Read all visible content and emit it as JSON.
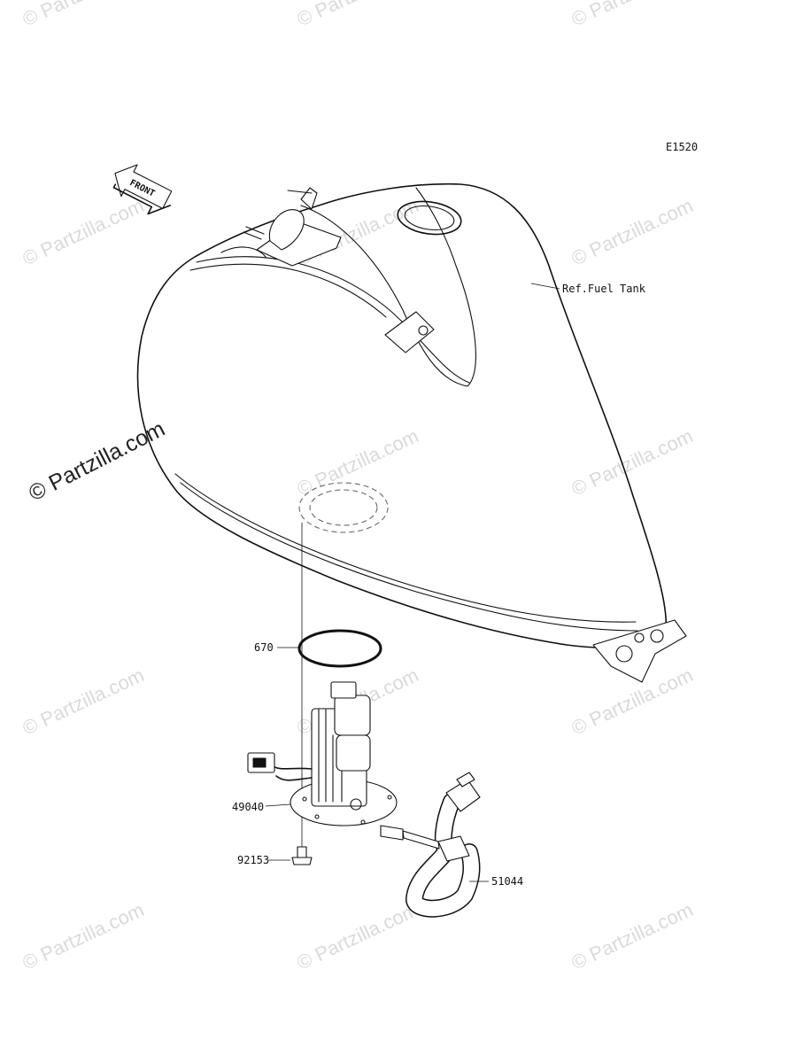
{
  "diagram_code": "E1520",
  "front_arrow_label": "FRONT",
  "watermark_text": "© Partzilla.com",
  "parts": [
    {
      "number": "Ref.Fuel Tank"
    },
    {
      "number": "670"
    },
    {
      "number": "49040"
    },
    {
      "number": "92153"
    },
    {
      "number": "51044"
    }
  ]
}
